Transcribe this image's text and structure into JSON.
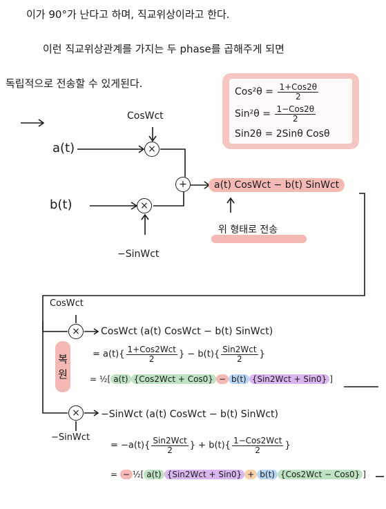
{
  "text": {
    "line1": "이가 90°가 난다고 하며, 직교위상이라고 한다.",
    "line2": "이런 직교위상관계를 가지는 두 phase를 곱해주게 되면",
    "line3": "독립적으로 전송할 수 있게된다."
  },
  "identities": {
    "cos2_lhs": "Cos²θ =",
    "cos2_num": "1+Cos2θ",
    "cos2_den": "2",
    "sin2_lhs": "Sin²θ =",
    "sin2_num": "1−Cos2θ",
    "sin2_den": "2",
    "sin2theta": "Sin2θ = 2Sinθ Cosθ"
  },
  "modulator": {
    "carrier_cos": "CosWct",
    "input_a": "a(t)",
    "input_b": "b(t)",
    "carrier_sin": "−SinWct",
    "mult_symbol": "×",
    "sum_symbol": "+",
    "output": "a(t) CosWct − b(t) SinWct",
    "note": "위 형태로 전송"
  },
  "demodulator": {
    "label_top": "복",
    "label_bottom": "원",
    "carrier_cos": "CosWct",
    "carrier_sin": "−SinWct",
    "cos_branch": {
      "line1": "CosWct (a(t) CosWct − b(t) SinWct)",
      "l2_a": "= a(t){",
      "l2_frac1_num": "1+Cos2Wct",
      "l2_frac1_den": "2",
      "l2_mid": "} − b(t){",
      "l2_frac2_num": "Sin2Wct",
      "l2_frac2_den": "2",
      "l2_end": "}",
      "l3_prefix": "= ½[",
      "l3_at": "a(t)",
      "l3_cosgroup": "{Cos2Wct + Cos0}",
      "l3_minus": "−",
      "l3_bt": "b(t)",
      "l3_singroup": "{Sin2Wct + Sin0}",
      "l3_suffix": "]"
    },
    "sin_branch": {
      "line1": "−SinWct (a(t) CosWct − b(t) SinWct)",
      "l2_a": "= −a(t){",
      "l2_frac1_num": "Sin2Wct",
      "l2_frac1_den": "2",
      "l2_mid": "} + b(t){",
      "l2_frac2_num": "1−Cos2Wct",
      "l2_frac2_den": "2",
      "l2_end": "}",
      "l3_prefix": "=",
      "l3_neg": "−",
      "l3_half": "½[",
      "l3_at": "a(t)",
      "l3_singroup": "{Sin2Wct + Sin0}",
      "l3_plus": "+",
      "l3_bt": "b(t)",
      "l3_cosgroup": "{Cos2Wct − Cos0}",
      "l3_suffix": "]"
    }
  },
  "colors": {
    "highlight_red": "#f4b9b4",
    "highlight_green": "#bfe3c2",
    "highlight_blue": "#b8d6f3",
    "highlight_purple": "#d9b6ef",
    "ink": "#1a1a1a"
  }
}
